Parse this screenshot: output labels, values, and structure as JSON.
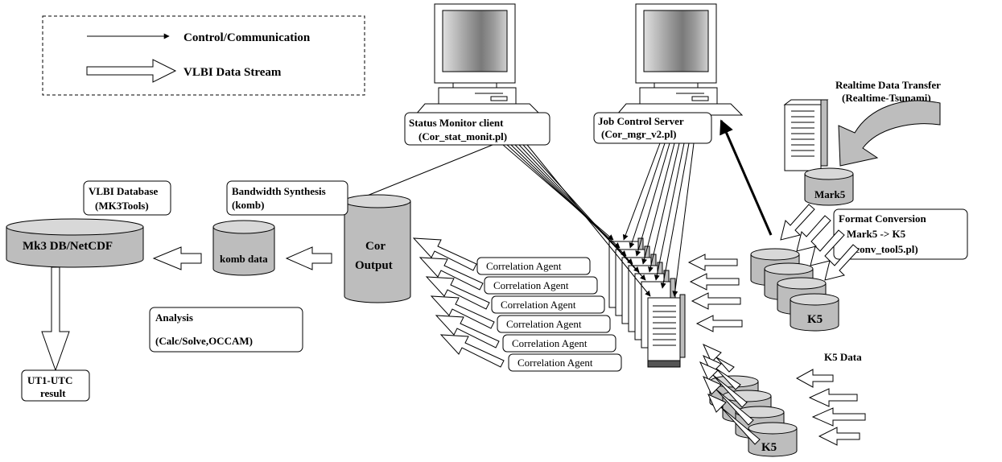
{
  "legend": {
    "control_label": "Control/Communication",
    "stream_label": "VLBI Data Stream"
  },
  "status_monitor": {
    "line1": "Status Monitor client",
    "line2": "(Cor_stat_monit.pl)"
  },
  "job_control": {
    "line1": "Job Control Server",
    "line2": "(Cor_mgr_v2.pl)"
  },
  "realtime": {
    "line1": "Realtime Data Transfer",
    "line2": "(Realtime-Tsunami)"
  },
  "mark5_label": "Mark5",
  "format_conversion": {
    "line1": "Format Conversion",
    "line2": "Mark5 -> K5",
    "line3": "(conv_tool5.pl)"
  },
  "k5_label": "K5",
  "k5_data_label": "K5 Data",
  "k5_bottom_label": "K5",
  "bandwidth": {
    "line1": "Bandwidth Synthesis",
    "line2": "(komb)"
  },
  "vlbi_db": {
    "line1": "VLBI Database",
    "line2": "(MK3Tools)"
  },
  "mk3db_label": "Mk3 DB/NetCDF",
  "komb_data_label": "komb data",
  "cor_output": {
    "line1": "Cor",
    "line2": "Output"
  },
  "analysis": {
    "line1": "Analysis",
    "line2": "(Calc/Solve,OCCAM)"
  },
  "ut1": {
    "line1": "UT1-UTC",
    "line2": "result"
  },
  "agents": [
    "Correlation Agent",
    "Correlation Agent",
    "Correlation Agent",
    "Correlation Agent",
    "Correlation Agent",
    "Correlation Agent"
  ]
}
